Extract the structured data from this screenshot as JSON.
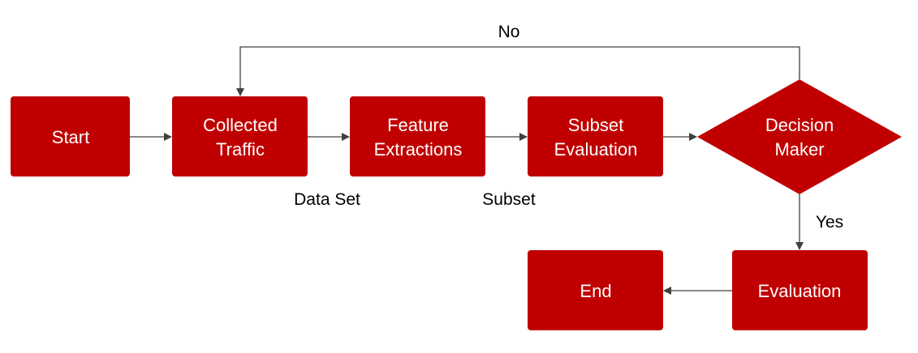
{
  "nodes": {
    "start": "Start",
    "collected_traffic": [
      "Collected",
      "Traffic"
    ],
    "feature_extractions": [
      "Feature",
      "Extractions"
    ],
    "subset_evaluation": [
      "Subset",
      "Evaluation"
    ],
    "decision_maker": [
      "Decision",
      "Maker"
    ],
    "evaluation": "Evaluation",
    "end": "End"
  },
  "edge_labels": {
    "no": "No",
    "data_set": "Data Set",
    "subset": "Subset",
    "yes": "Yes"
  },
  "colors": {
    "node_fill": "#c00000",
    "node_text": "#ffffff",
    "edge": "#404040"
  }
}
